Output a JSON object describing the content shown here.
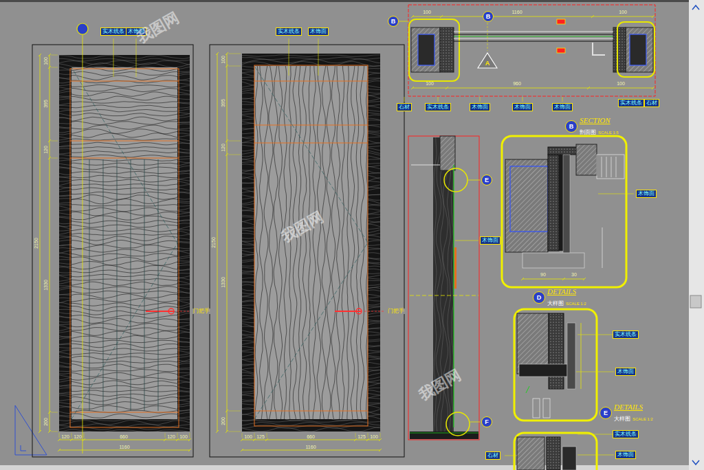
{
  "diagram": {
    "nodes": [
      {
        "text": [
          "B"
        ]
      },
      {
        "text": [
          "B"
        ]
      },
      {
        "text": [
          "A"
        ]
      },
      {
        "text": [
          "E"
        ]
      },
      {
        "text": [
          "F"
        ]
      },
      {
        "text": [
          "B",
          "SECTION",
          "剖面图",
          "SCALE 1:5"
        ]
      },
      {
        "text": [
          "D",
          "DETAILS",
          "大样图",
          "SCALE 1:2"
        ]
      },
      {
        "text": [
          "E",
          "DETAILS",
          "大样图",
          "SCALE 1:2"
        ]
      },
      {
        "text": [
          "实木线条"
        ]
      },
      {
        "text": [
          "木饰面"
        ]
      },
      {
        "text": [
          "实木线条"
        ]
      },
      {
        "text": [
          "木饰面"
        ]
      },
      {
        "text": [
          "石材"
        ]
      },
      {
        "text": [
          "实木线条"
        ]
      },
      {
        "text": [
          "木饰面"
        ]
      },
      {
        "text": [
          "木饰面"
        ]
      },
      {
        "text": [
          "木饰面"
        ]
      },
      {
        "text": [
          "实木线条"
        ]
      },
      {
        "text": [
          "石材"
        ]
      },
      {
        "text": [
          "木饰面"
        ]
      },
      {
        "text": [
          "木饰面"
        ]
      },
      {
        "text": [
          "实木线条"
        ]
      },
      {
        "text": [
          "木饰面"
        ]
      },
      {
        "text": [
          "实木线条"
        ]
      },
      {
        "text": [
          "木饰面"
        ]
      },
      {
        "text": [
          "石材"
        ]
      },
      {
        "text": [
          "门把手"
        ]
      },
      {
        "text": [
          "门把手"
        ]
      }
    ],
    "labels": [
      "120",
      "120",
      "660",
      "120",
      "100",
      "1160",
      "100",
      "125",
      "660",
      "125",
      "100",
      "1160",
      "100",
      "395",
      "120",
      "1330",
      "200",
      "2150",
      "100",
      "395",
      "120",
      "1330",
      "200",
      "2150",
      "100",
      "1160",
      "100",
      "100",
      "960",
      "100",
      "90",
      "30",
      "我图网",
      "我图网",
      "我图网"
    ]
  }
}
